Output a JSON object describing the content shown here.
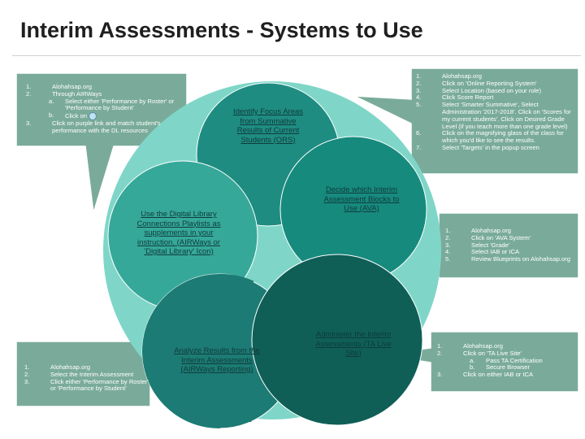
{
  "title": "Interim Assessments - Systems to Use",
  "colors": {
    "outer_circle": "#7fd6c8",
    "circle_top": "#1f8c82",
    "circle_right": "#178a7e",
    "circle_left": "#36a89a",
    "circle_bottom_left": "#1c7b74",
    "circle_bottom_right": "#0f5f57",
    "callout_fill": "#7aab9a",
    "label_color": "#0f3b3b"
  },
  "steps": {
    "identify": "Identify Focus Areas from Summative Results of Current Students (ORS)",
    "decide": "Decide which Interim Assessment Blocks to Use (AVA)",
    "digital_library": "Use the Digital Library Connections Playlists as supplements in your instruction. (AIRWays or 'Digital Library' Icon)",
    "analyze": "Analyze Results from the Interim Assessments (AIRWays Reporting)",
    "administer": "Administer the Interim Assessments (TA Live Site)"
  },
  "callouts": {
    "top_left": {
      "n1": "1.",
      "t1": "Alohahsap.org",
      "n2": "2.",
      "t2": "Through AIRWays",
      "na": "a.",
      "ta": "Select either 'Performance by Roster' or 'Performance by Student'",
      "nb": "b.",
      "tb": "Click on",
      "icon": "digital-library-icon",
      "n3": "3.",
      "t3": "Click on purple link and match student's performance with the DL resources"
    },
    "top_right": {
      "n1": "1.",
      "t1": "Alohahsap.org",
      "n2": "2.",
      "t2": "Click on 'Online Reporting System'",
      "n3": "3.",
      "t3": "Select Location (based on your role)",
      "n4": "4.",
      "t4": "Click Score Report",
      "n5": "5.",
      "t5": "Select 'Smarter Summative', Select Administration '2017-2018'. Click on 'Scores for my current students'. Click on Desired Grade Level (if you teach more than one grade level)",
      "n6": "6.",
      "t6": "Click on the magnifying glass of the class for which you'd like to see the results.",
      "n7": "7.",
      "t7": "Select 'Targets' in the popup screen"
    },
    "mid_right": {
      "n1": "1.",
      "t1": "Alohahsap.org",
      "n2": "2.",
      "t2": "Click on 'AVA System'",
      "n3": "3.",
      "t3": "Select 'Grade'",
      "n4": "4.",
      "t4": "Select IAB or ICA",
      "n5": "5.",
      "t5": "Review Blueprints on Alohahsap.org"
    },
    "bottom_left": {
      "n1": "1.",
      "t1": "Alohahsap.org",
      "n2": "2.",
      "t2": "Select the Interim Assessment",
      "n3": "3.",
      "t3": "Click either 'Performance by Roster' or 'Performance by Student'"
    },
    "bottom_right": {
      "n1": "1.",
      "t1": "Alohahsap.org",
      "n2": "2.",
      "t2": "Click on 'TA Live Site'",
      "na": "a.",
      "ta": "Pass TA Certification",
      "nb": "b.",
      "tb": "Secure Browser",
      "n3": "3.",
      "t3": "Click on either IAB or ICA"
    }
  }
}
